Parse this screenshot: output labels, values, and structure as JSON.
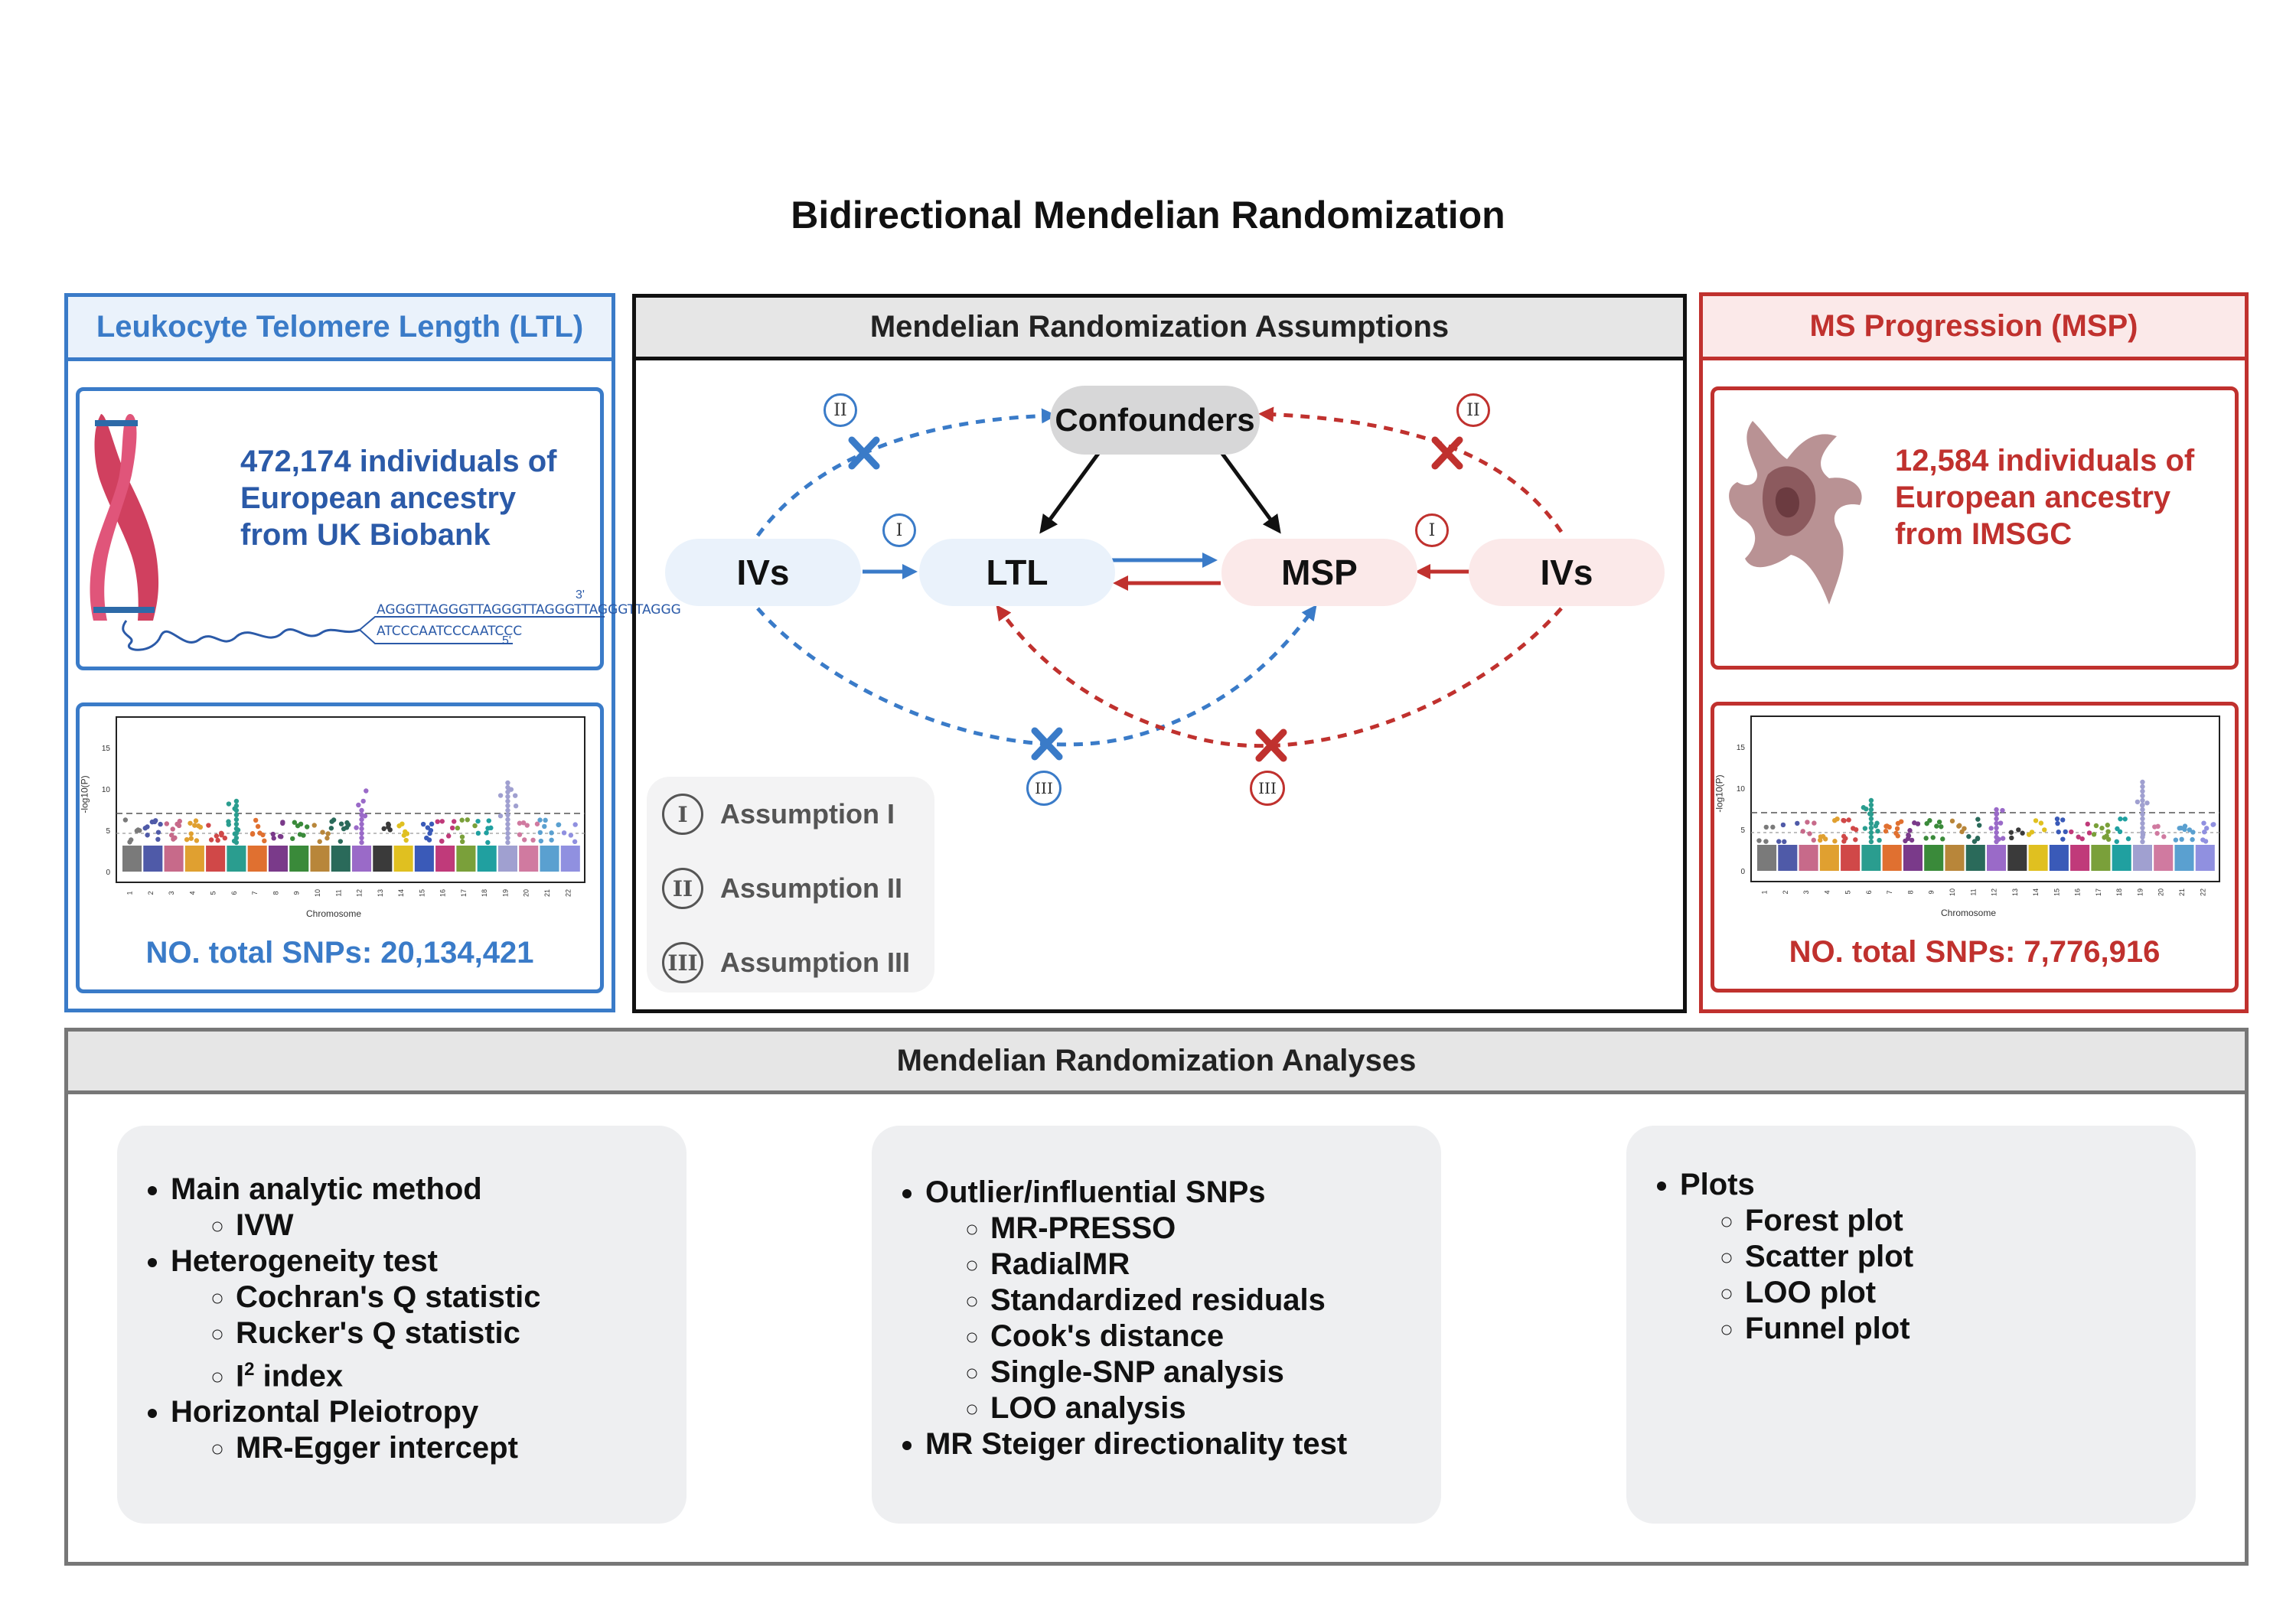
{
  "title": "Bidirectional Mendelian Randomization",
  "ltl_panel": {
    "header": "Leukocyte Telomere Length (LTL)",
    "cohort_line1": "472,174 individuals of",
    "cohort_line2": "European ancestry",
    "cohort_line3": "from UK Biobank",
    "seq_top": "AGGGTTAGGGTTAGGGTTAGGGTTAGGGTTAGGG",
    "seq_bottom": "ATCCCAATCCCAATCCC",
    "end_3": "3'",
    "end_5": "5'",
    "manhattan_ylabel": "-log10(P)",
    "manhattan_xlabel": "Chromosome",
    "snps": "NO. total SNPs: 20,134,421"
  },
  "msp_panel": {
    "header": "MS Progression (MSP)",
    "cohort_line1": "12,584 individuals of",
    "cohort_line2": "European ancestry",
    "cohort_line3": "from IMSGC",
    "manhattan_ylabel": "-log10(P)",
    "manhattan_xlabel": "Chromosome",
    "snps": "NO. total SNPs: 7,776,916"
  },
  "assumptions_panel": {
    "header": "Mendelian Randomization Assumptions",
    "confounders": "Confounders",
    "ivs_left": "IVs",
    "ltl": "LTL",
    "msp": "MSP",
    "ivs_right": "IVs",
    "badge_I": "I",
    "badge_II": "II",
    "badge_III": "III",
    "legend": [
      {
        "numeral": "I",
        "label": "Assumption I"
      },
      {
        "numeral": "II",
        "label": "Assumption II"
      },
      {
        "numeral": "III",
        "label": "Assumption III"
      }
    ]
  },
  "analyses": {
    "header": "Mendelian Randomization Analyses",
    "card1": {
      "item1": "Main analytic method",
      "item1_sub1": "IVW",
      "item2": "Heterogeneity test",
      "item2_sub1": "Cochran's Q statistic",
      "item2_sub2": "Rucker's Q statistic",
      "item2_sub3_base": "I",
      "item2_sub3_sup": "2",
      "item2_sub3_rest": " index",
      "item3": "Horizontal Pleiotropy",
      "item3_sub1": "MR-Egger intercept"
    },
    "card2": {
      "item1": "Outlier/influential SNPs",
      "item1_sub1": "MR-PRESSO",
      "item1_sub2": "RadialMR",
      "item1_sub3": "Standardized residuals",
      "item1_sub4": "Cook's distance",
      "item1_sub5": "Single-SNP analysis",
      "item1_sub6": "LOO analysis",
      "item2": "MR Steiger directionality test"
    },
    "card3": {
      "item1": "Plots",
      "item1_sub1": "Forest plot",
      "item1_sub2": "Scatter plot",
      "item1_sub3": "LOO plot",
      "item1_sub4": "Funnel plot"
    }
  },
  "colors": {
    "blue": "#3a7bc8",
    "blue_dark": "#2b5aa8",
    "red": "#c0312e",
    "node_blue": "#eaf2fb",
    "node_red": "#fbe9e9",
    "grey_header": "#e6e6e6"
  }
}
